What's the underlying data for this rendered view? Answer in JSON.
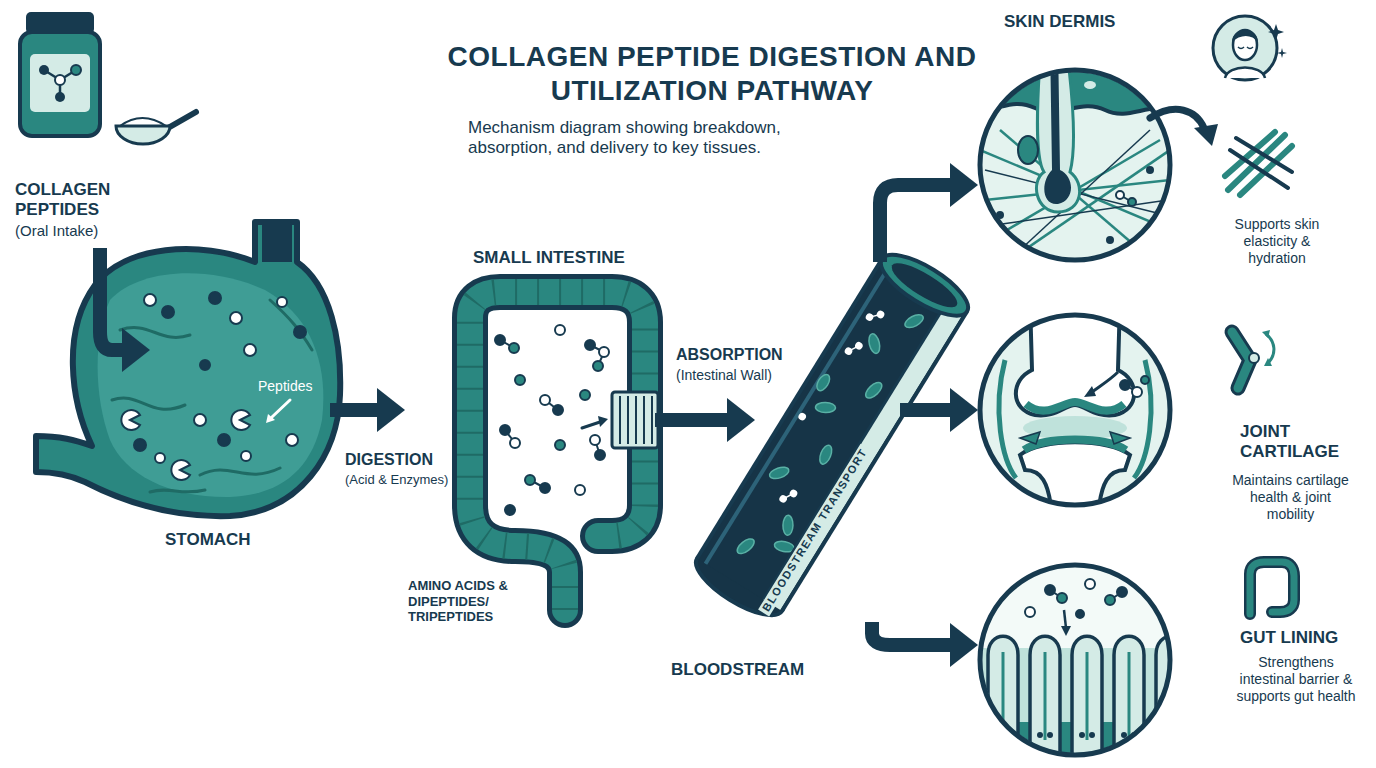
{
  "diagram": {
    "title": "COLLAGEN PEPTIDE DIGESTION AND UTILIZATION PATHWAY",
    "caption": "Mechanism diagram showing breakdown, absorption, and delivery to key tissues.",
    "nodes": [
      {
        "text": [
          "COLLAGEN PEPTIDES",
          "(Oral Intake)"
        ]
      },
      {
        "text": [
          "Peptides",
          "STOMACH"
        ]
      },
      {
        "text": [
          "SMALL INTESTINE",
          "AMINO ACIDS & DIPEPTIDES/ TRIPEPTIDES"
        ]
      },
      {
        "text": [
          "BLOODSTREAM TRANSPORT"
        ]
      },
      {
        "text": [
          "SKIN DERMIS",
          "Supports skin elasticity & hydration"
        ]
      },
      {
        "text": [
          "JOINT CARTILAGE",
          "Maintains cartilage health & joint mobility"
        ]
      },
      {
        "text": [
          "GUT LINING",
          "Strengthens intestinal barrier & supports gut health"
        ]
      }
    ],
    "edges": [
      {
        "from": 0,
        "to": 1,
        "arrow": "to"
      },
      {
        "from": 1,
        "to": 2,
        "arrow": "to"
      },
      {
        "from": 2,
        "to": 3,
        "arrow": "to"
      },
      {
        "from": 3,
        "to": 4,
        "arrow": "to"
      },
      {
        "from": 3,
        "to": 5,
        "arrow": "to"
      },
      {
        "from": 3,
        "to": 6,
        "arrow": "to"
      }
    ],
    "labels": [
      "DIGESTION",
      "(Acid & Enzymes)",
      "ABSORPTION",
      "(Intestinal Wall)",
      "BLOODSTREAM"
    ]
  }
}
